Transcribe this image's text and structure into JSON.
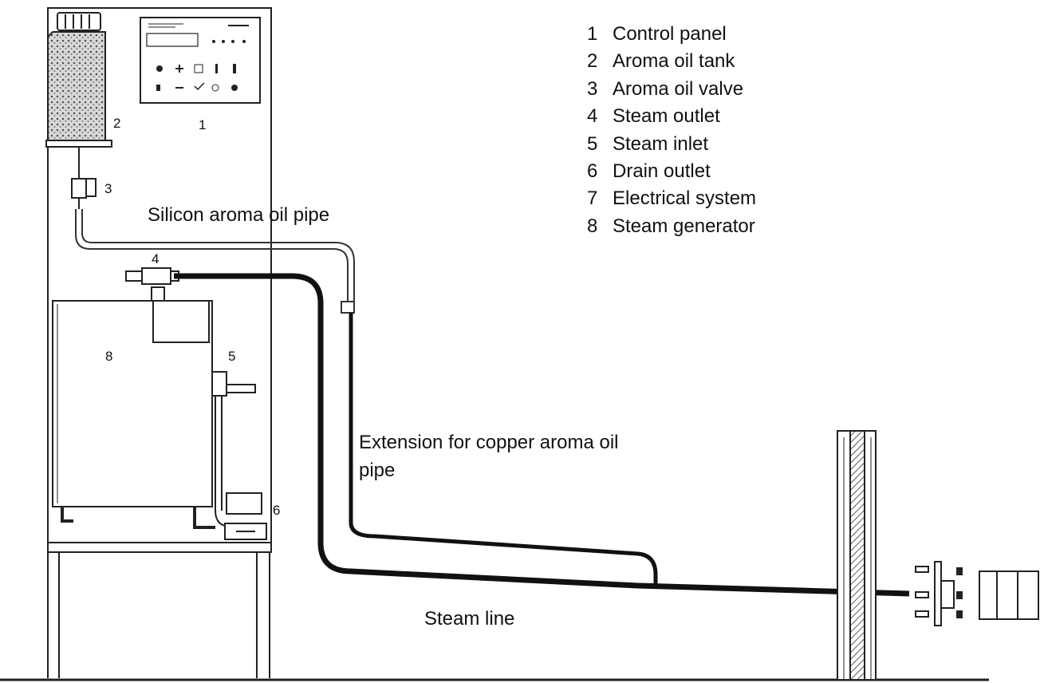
{
  "legend": [
    {
      "num": "1",
      "text": "Control panel"
    },
    {
      "num": "2",
      "text": "Aroma oil tank"
    },
    {
      "num": "3",
      "text": "Aroma oil valve"
    },
    {
      "num": "4",
      "text": "Steam outlet"
    },
    {
      "num": "5",
      "text": "Steam inlet"
    },
    {
      "num": "6",
      "text": "Drain outlet"
    },
    {
      "num": "7",
      "text": "Electrical system"
    },
    {
      "num": "8",
      "text": "Steam generator"
    }
  ],
  "callouts": {
    "c1": "1",
    "c2": "2",
    "c3": "3",
    "c4": "4",
    "c5": "5",
    "c6": "6",
    "c8": "8"
  },
  "labels": {
    "silicon_pipe": "Silicon aroma oil pipe",
    "extension_line1": "Extension for copper aroma oil",
    "extension_line2": "pipe",
    "steam_line": "Steam line"
  }
}
